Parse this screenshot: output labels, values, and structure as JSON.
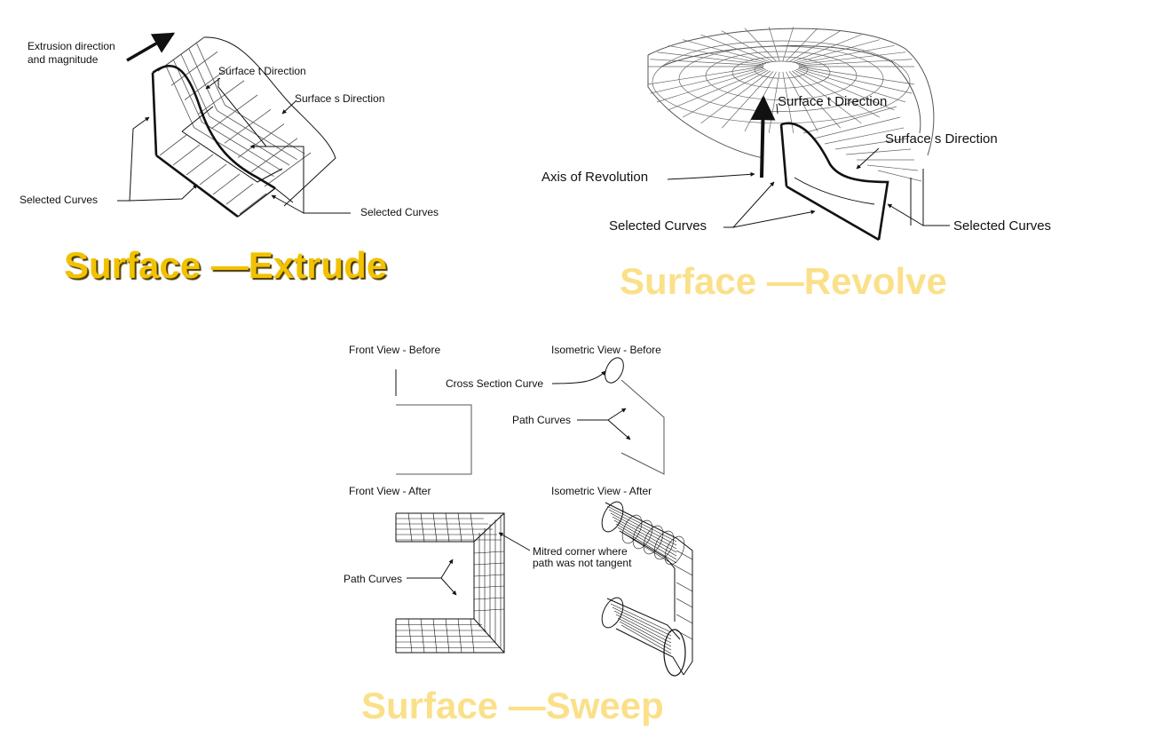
{
  "extrude": {
    "title": "Surface —Extrude",
    "labels": {
      "extrusion_direction": "Extrusion direction",
      "and_magnitude": "and magnitude",
      "t_direction": "Surface t Direction",
      "s_direction": "Surface s Direction",
      "selected_curves_left": "Selected Curves",
      "selected_curves_right": "Selected Curves"
    }
  },
  "revolve": {
    "title": "Surface —Revolve",
    "labels": {
      "t_direction": "Surface t Direction",
      "s_direction": "Surface s Direction",
      "axis_of_revolution": "Axis of Revolution",
      "selected_curves_left": "Selected Curves",
      "selected_curves_right": "Selected Curves"
    }
  },
  "sweep": {
    "title": "Surface —Sweep",
    "labels": {
      "front_before": "Front View - Before",
      "iso_before": "Isometric View - Before",
      "cross_section": "Cross Section Curve",
      "path_curves_top": "Path Curves",
      "front_after": "Front View - After",
      "iso_after": "Isometric View - After",
      "mitred_1": "Mitred corner where",
      "mitred_2": "path was not tangent",
      "path_curves_bottom": "Path Curves"
    }
  },
  "colors": {
    "extrude_title": "#f2c200",
    "pale_title": "#fbe08a",
    "line": "#111111",
    "grid": "#555555"
  }
}
